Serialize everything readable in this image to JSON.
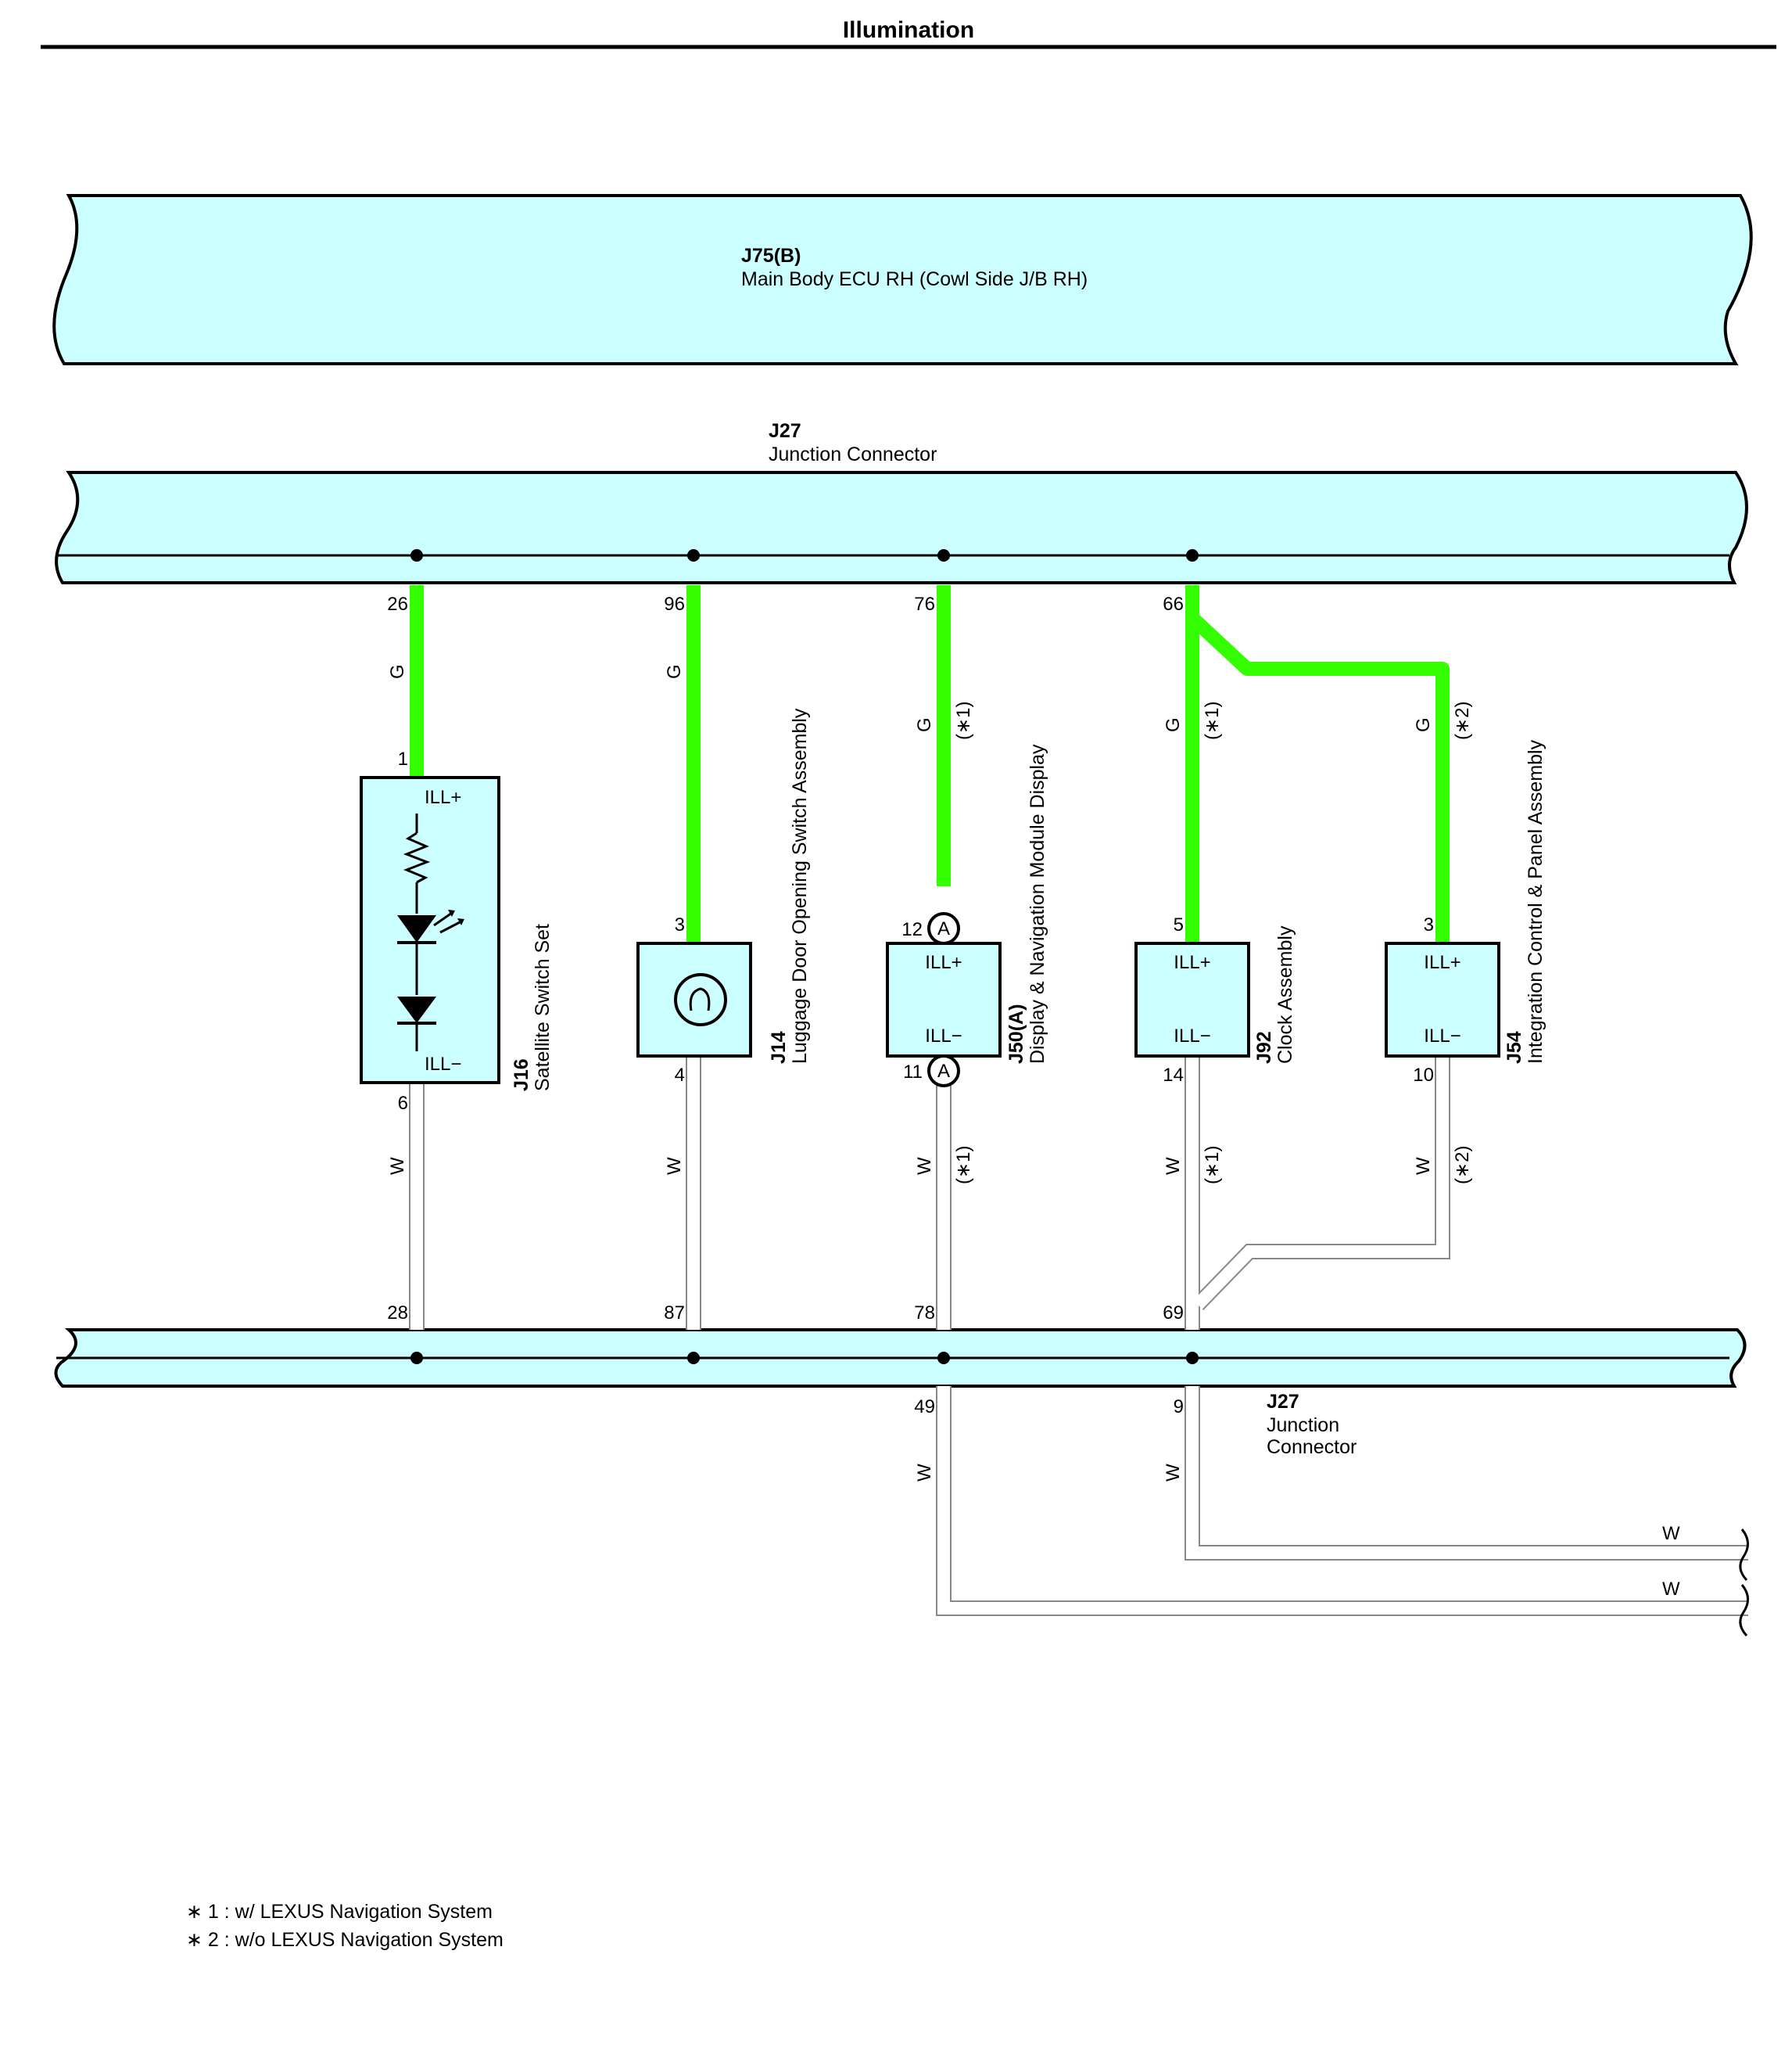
{
  "title": "Illumination",
  "ecu": {
    "code": "J75(B)",
    "name": "Main Body ECU RH (Cowl Side J/B RH)"
  },
  "junction_top": {
    "code": "J27",
    "name": "Junction Connector"
  },
  "junction_bottom": {
    "code": "J27",
    "name1": "Junction",
    "name2": "Connector"
  },
  "components": {
    "j16": {
      "code": "J16",
      "name": "Satellite Switch Set",
      "ill_plus": "ILL+",
      "ill_minus": "ILL−"
    },
    "j14": {
      "code": "J14",
      "name": "Luggage Door Opening Switch Assembly"
    },
    "j50": {
      "code": "J50(A)",
      "name": "Display & Navigation Module Display",
      "ill_plus": "ILL+",
      "ill_minus": "ILL−",
      "conn": "A"
    },
    "j92": {
      "code": "J92",
      "name": "Clock Assembly",
      "ill_plus": "ILL+",
      "ill_minus": "ILL−"
    },
    "j54": {
      "code": "J54",
      "name": "Integration Control & Panel Assembly",
      "ill_plus": "ILL+",
      "ill_minus": "ILL−"
    }
  },
  "pins": {
    "top_26": "26",
    "top_96": "96",
    "top_76": "76",
    "top_66": "66",
    "j16_1": "1",
    "j16_6": "6",
    "j14_3": "3",
    "j14_4": "4",
    "j50_12": "12",
    "j50_11": "11",
    "j92_5": "5",
    "j92_14": "14",
    "j54_3": "3",
    "j54_10": "10",
    "bot_28": "28",
    "bot_87": "87",
    "bot_78": "78",
    "bot_69": "69",
    "out_49": "49",
    "out_9": "9"
  },
  "wire_colors": {
    "green": "G",
    "white": "W"
  },
  "conditions": {
    "c1": "(∗1)",
    "c2": "(∗2)"
  },
  "legend": [
    "∗ 1 : w/ LEXUS Navigation System",
    "∗ 2 : w/o LEXUS Navigation System"
  ],
  "colors": {
    "panel_fill": "#ccffff",
    "green_wire": "#33ff00",
    "white_wire": "#999999"
  }
}
